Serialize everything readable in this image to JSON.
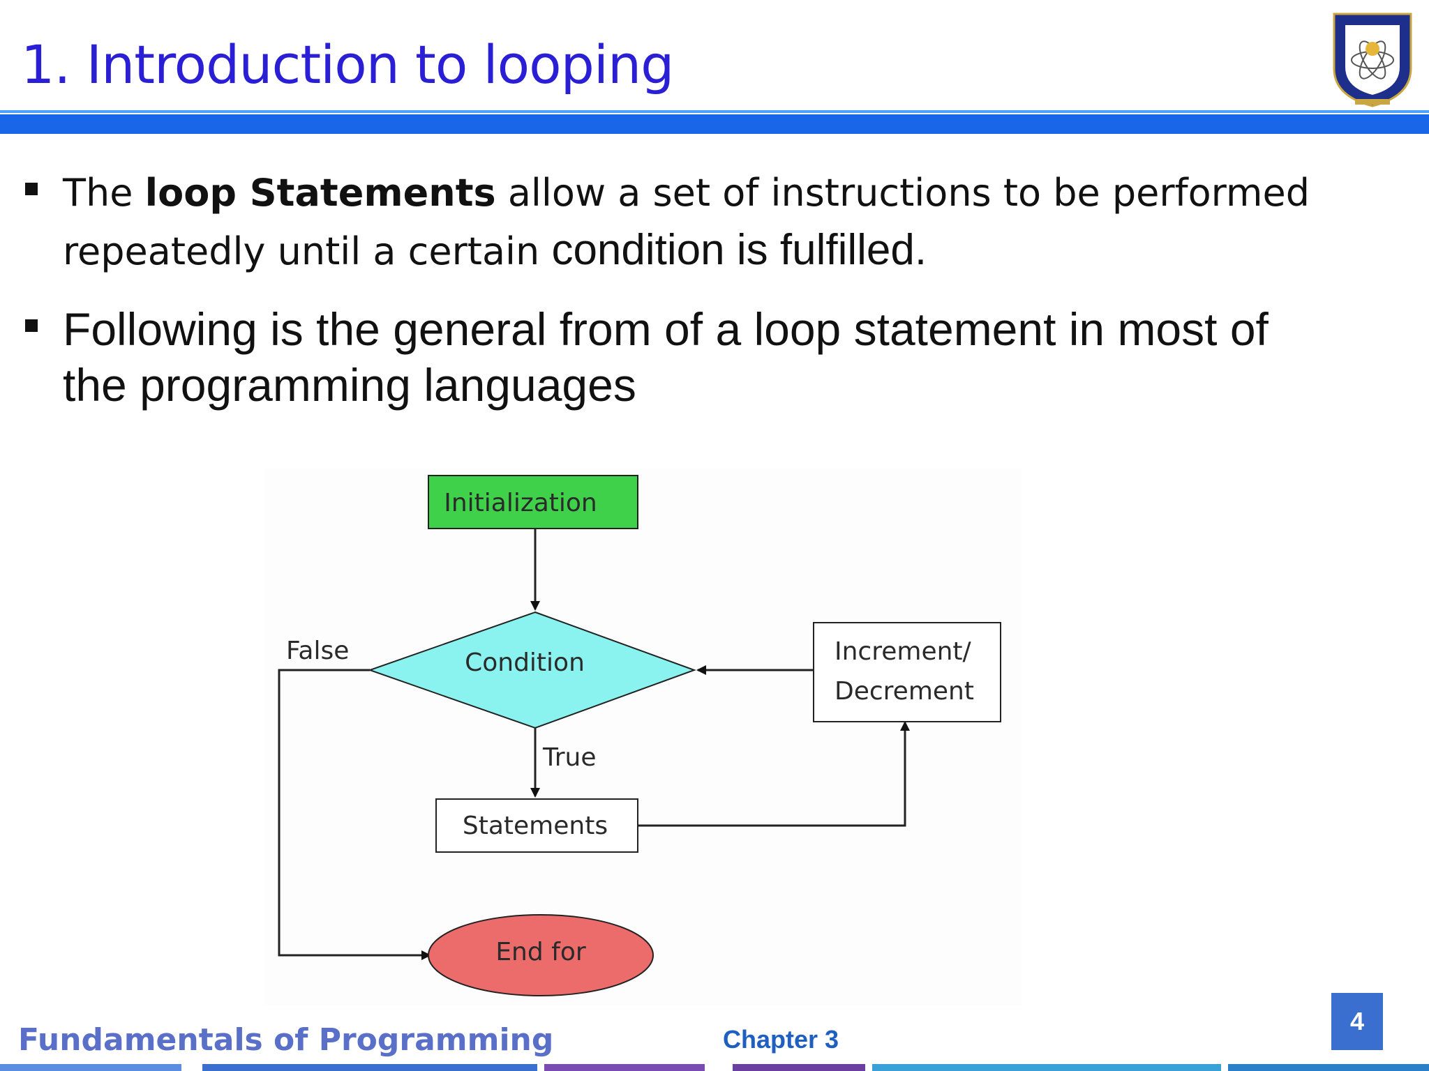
{
  "slide": {
    "title": "1. Introduction to looping",
    "bullet1": {
      "part1": "The ",
      "bold": "loop Statements",
      "part2": " allow a set  of instructions to be  performed",
      "part3": "repeatedly until a certain ",
      "part4": "condition is fulfilled."
    },
    "bullet2": {
      "line1": "Following is the general from of a loop  statement in most of",
      "line2": "the programming  languages"
    }
  },
  "flowchart": {
    "nodes": {
      "init": "Initialization",
      "condition": "Condition",
      "statements": "Statements",
      "increment_line1": "Increment/",
      "increment_line2": "Decrement",
      "end": "End for"
    },
    "labels": {
      "false": "False",
      "true": "True"
    },
    "colors": {
      "init": "#3fd14a",
      "condition": "#8af3ef",
      "end": "#ec6b6b"
    }
  },
  "footer": {
    "course": "Fundamentals of Programming",
    "chapter": "Chapter 3",
    "page": "4"
  },
  "icons": {
    "logo": "university-seal-icon"
  }
}
